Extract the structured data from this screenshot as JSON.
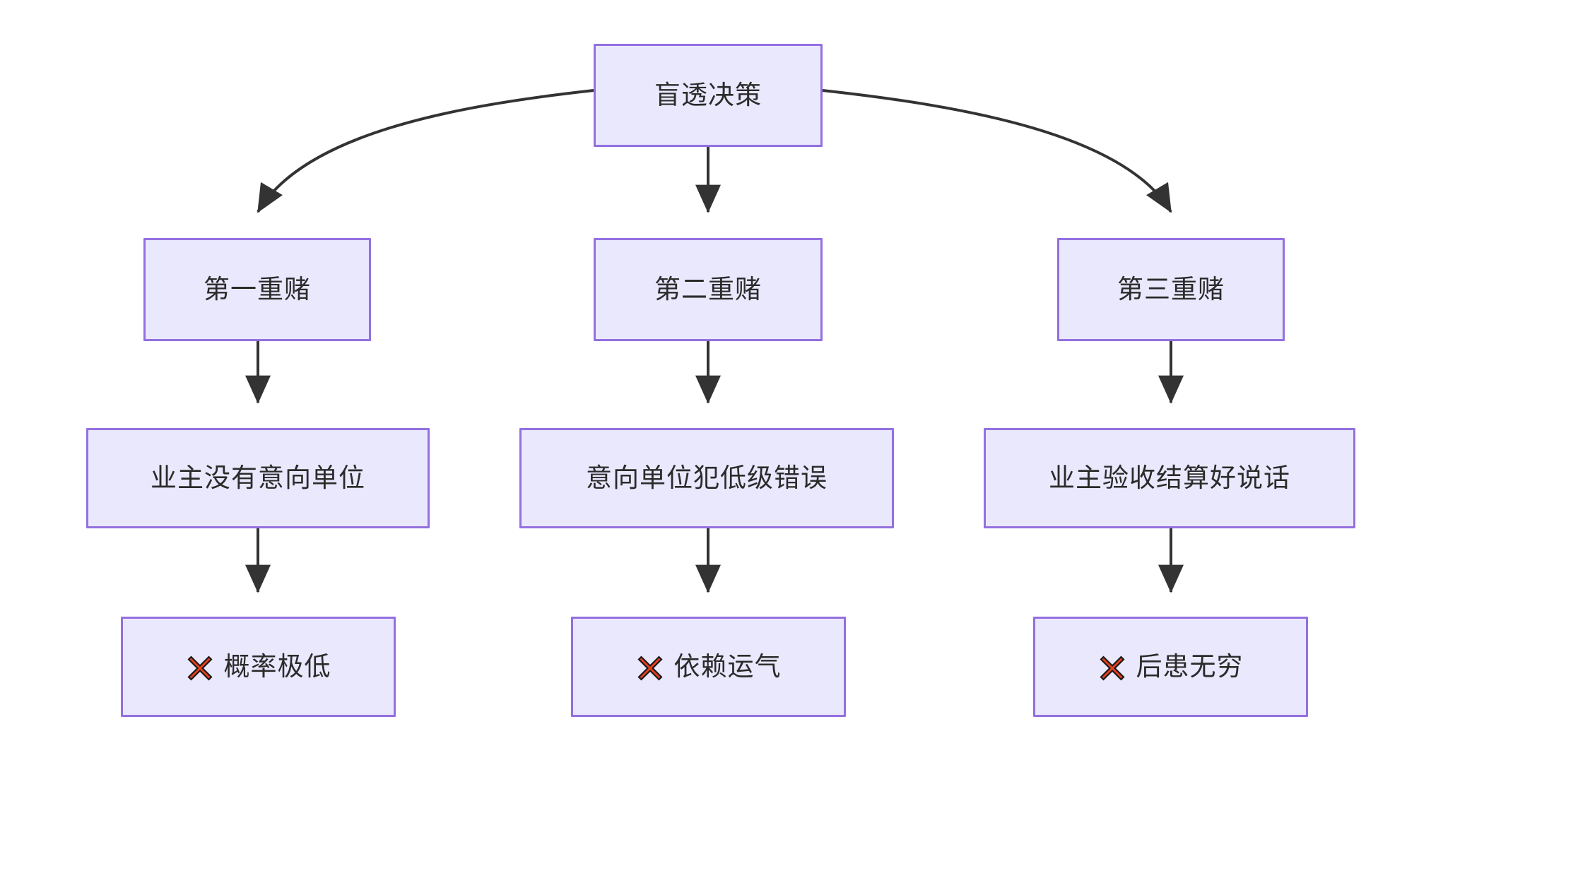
{
  "diagram": {
    "type": "flowchart",
    "direction": "top-down",
    "theme": {
      "node_fill": "#eae8fd",
      "node_border": "#9370e0",
      "edge_color": "#333333",
      "text_color": "#2b2b2b",
      "background": "#ffffff",
      "cross_icon_color": "#e8401c"
    },
    "nodes": [
      {
        "id": "root",
        "label": "盲透决策",
        "row": 1,
        "column": 2
      },
      {
        "id": "b1",
        "label": "第一重赌",
        "row": 2,
        "column": 1
      },
      {
        "id": "b2",
        "label": "第二重赌",
        "row": 2,
        "column": 2
      },
      {
        "id": "b3",
        "label": "第三重赌",
        "row": 2,
        "column": 3
      },
      {
        "id": "c1",
        "label": "业主没有意向单位",
        "row": 3,
        "column": 1
      },
      {
        "id": "c2",
        "label": "意向单位犯低级错误",
        "row": 3,
        "column": 2
      },
      {
        "id": "c3",
        "label": "业主验收结算好说话",
        "row": 3,
        "column": 3
      },
      {
        "id": "d1",
        "icon": "cross-mark-icon",
        "label": "概率极低",
        "row": 4,
        "column": 1
      },
      {
        "id": "d2",
        "icon": "cross-mark-icon",
        "label": "依赖运气",
        "row": 4,
        "column": 2
      },
      {
        "id": "d3",
        "icon": "cross-mark-icon",
        "label": "后患无穷",
        "row": 4,
        "column": 3
      }
    ],
    "edges": [
      {
        "from": "root",
        "to": "b1",
        "style": "curved",
        "arrow": "triangle"
      },
      {
        "from": "root",
        "to": "b2",
        "style": "straight",
        "arrow": "triangle"
      },
      {
        "from": "root",
        "to": "b3",
        "style": "curved",
        "arrow": "triangle"
      },
      {
        "from": "b1",
        "to": "c1",
        "style": "straight",
        "arrow": "triangle"
      },
      {
        "from": "b2",
        "to": "c2",
        "style": "straight",
        "arrow": "triangle"
      },
      {
        "from": "b3",
        "to": "c3",
        "style": "straight",
        "arrow": "triangle"
      },
      {
        "from": "c1",
        "to": "d1",
        "style": "straight",
        "arrow": "triangle"
      },
      {
        "from": "c2",
        "to": "d2",
        "style": "straight",
        "arrow": "triangle"
      },
      {
        "from": "c3",
        "to": "d3",
        "style": "straight",
        "arrow": "triangle"
      }
    ]
  }
}
